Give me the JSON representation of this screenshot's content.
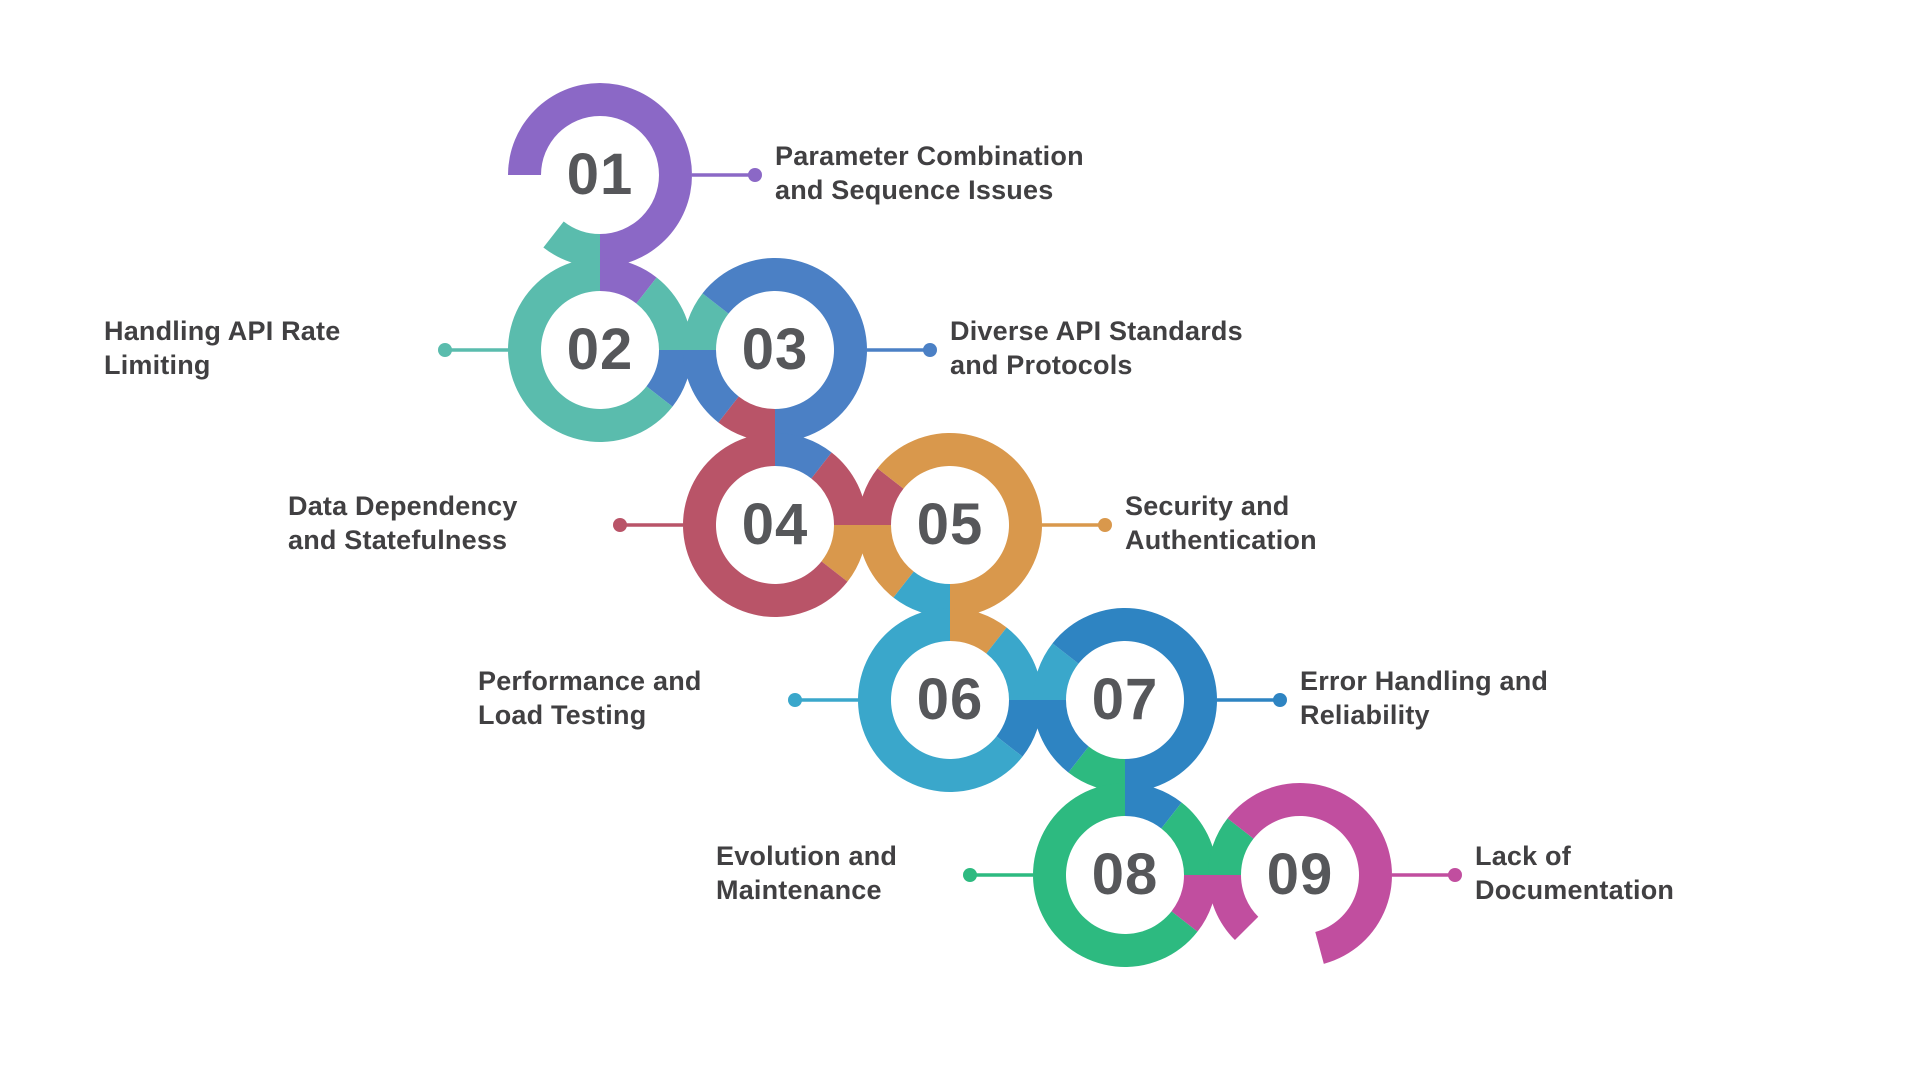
{
  "background_color": "#ffffff",
  "number_color": "#56575a",
  "label_color": "#414042",
  "items": [
    {
      "number": "01",
      "label": "Parameter Combination\nand Sequence Issues",
      "color": "#8B68C6",
      "side": "right"
    },
    {
      "number": "02",
      "label": "Handling API Rate\nLimiting",
      "color": "#5ABCAD",
      "side": "left"
    },
    {
      "number": "03",
      "label": "Diverse API Standards\nand Protocols",
      "color": "#4B80C5",
      "side": "right"
    },
    {
      "number": "04",
      "label": "Data Dependency\nand Statefulness",
      "color": "#B95468",
      "side": "left"
    },
    {
      "number": "05",
      "label": "Security and\nAuthentication",
      "color": "#D9984C",
      "side": "right"
    },
    {
      "number": "06",
      "label": "Performance and\nLoad Testing",
      "color": "#3AA7CB",
      "side": "left"
    },
    {
      "number": "07",
      "label": "Error Handling and\nReliability",
      "color": "#2E84C2",
      "side": "right"
    },
    {
      "number": "08",
      "label": "Evolution and\nMaintenance",
      "color": "#2DBA80",
      "side": "left"
    },
    {
      "number": "09",
      "label": "Lack of\nDocumentation",
      "color": "#C14E9F",
      "side": "right"
    }
  ]
}
